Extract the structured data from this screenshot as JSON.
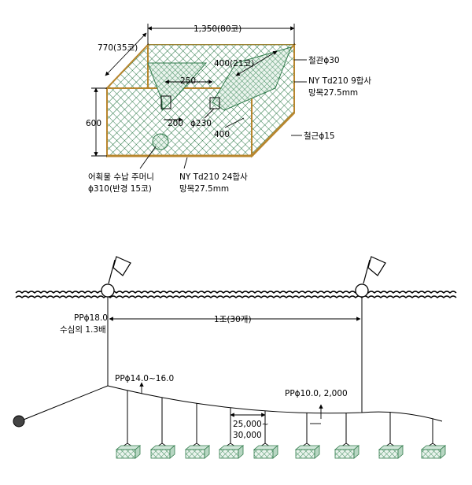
{
  "trap": {
    "length_label": "1,350(80코)",
    "width_label": "770(35코)",
    "height_label": "600",
    "entrance_width_label": "400(21코)",
    "entrance_gap_label": "250",
    "entrance_small_label": "200",
    "entrance_dia_label": "ϕ230",
    "entrance_depth_label": "400",
    "frame_label": "철관ϕ30",
    "upper_net_label_1": "NY Td210 9합사",
    "upper_net_label_2": "망목27.5mm",
    "rebar_label": "철근ϕ15",
    "pocket_label_1": "어획물 수납 주머니",
    "pocket_label_2": "ϕ310(반경 15코)",
    "lower_net_label_1": "NY Td210 24합사",
    "lower_net_label_2": "망목27.5mm"
  },
  "line": {
    "mainline_label_1": "PPϕ18.0",
    "mainline_label_2": "수심의 1.3배",
    "set_label": "1조(30개)",
    "groundline_label": "PPϕ14.0~16.0",
    "branch_label": "PPϕ10.0, 2,000",
    "spacing_label_1": "25,000~",
    "spacing_label_2": "30,000"
  },
  "colors": {
    "net": "#2f7a4a",
    "frame": "#b8862e",
    "trap_box": "#cfe5d8"
  },
  "icons": [
    "flag-icon",
    "buoy-icon",
    "anchor-weight-icon"
  ]
}
